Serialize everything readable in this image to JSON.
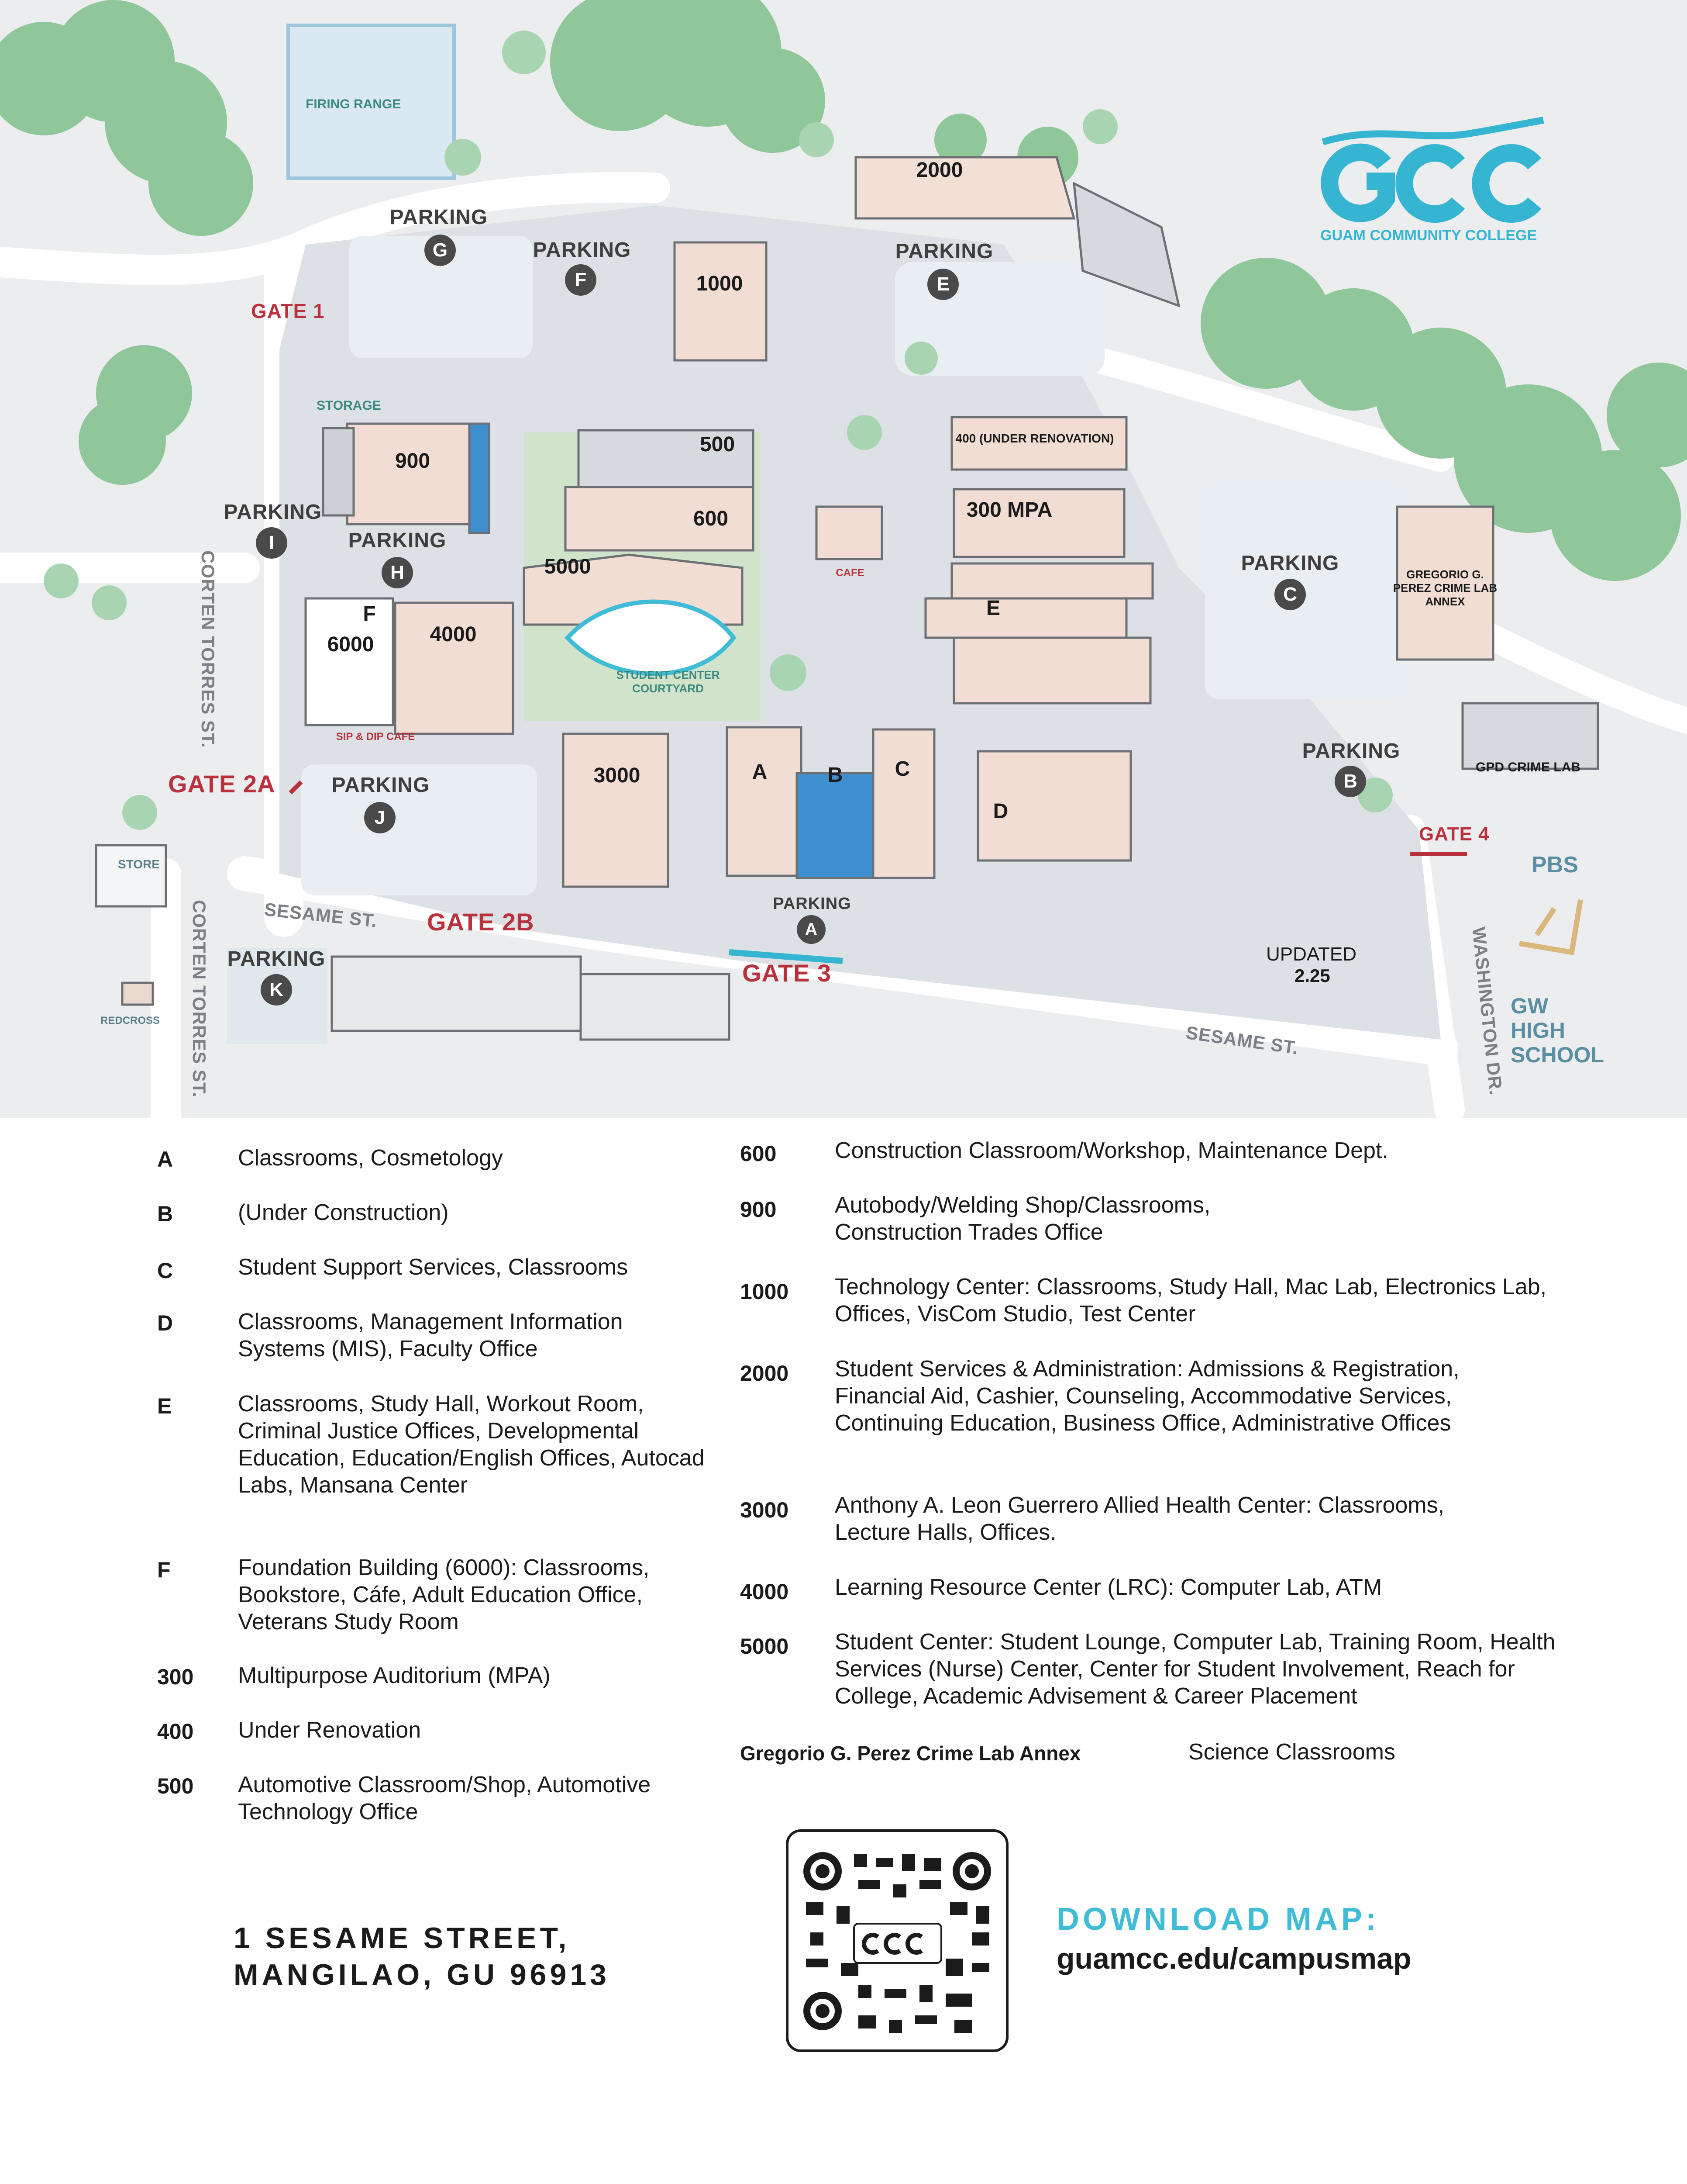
{
  "colors": {
    "accent": "#35b5d1",
    "gate_red": "#b9313d",
    "tree_green": "#8fc79b",
    "road_gray": "#e3e5e8",
    "text_dark": "#1b1b1b"
  },
  "logo": {
    "letters": "GCC",
    "name": "GUAM COMMUNITY COLLEGE"
  },
  "map": {
    "firing_range": "FIRING RANGE",
    "storage": "STORAGE",
    "cafe": "CAFE",
    "sip_dip": "SIP & DIP CAFE",
    "courtyard": "STUDENT CENTER COURTYARD",
    "store": "STORE",
    "redcross": "REDCROSS",
    "crime_lab_annex": "GREGORIO G. PEREZ CRIME LAB ANNEX",
    "gpd_crime_lab": "GPD CRIME LAB",
    "pbs": "PBS",
    "gw_high": "GW HIGH SCHOOL",
    "updated_label": "UPDATED",
    "updated_value": "2.25",
    "parking_word": "PARKING",
    "parking": [
      {
        "letter": "G"
      },
      {
        "letter": "F"
      },
      {
        "letter": "E"
      },
      {
        "letter": "I"
      },
      {
        "letter": "H"
      },
      {
        "letter": "C"
      },
      {
        "letter": "J"
      },
      {
        "letter": "B"
      },
      {
        "letter": "A"
      },
      {
        "letter": "K"
      }
    ],
    "gates": [
      "GATE 1",
      "GATE 2A",
      "GATE 2B",
      "GATE 3",
      "GATE 4"
    ],
    "streets": {
      "corten_upper": "CORTEN TORRES ST.",
      "corten_lower": "CORTEN TORRES ST.",
      "sesame_left": "SESAME ST.",
      "sesame_right": "SESAME ST.",
      "washington": "WASHINGTON DR."
    },
    "buildings": {
      "b2000": "2000",
      "b1000": "1000",
      "b900": "900",
      "b500": "500",
      "b600": "600",
      "b400": "400 (UNDER RENOVATION)",
      "b300": "300 MPA",
      "b5000": "5000",
      "bE": "E",
      "bF": "F",
      "b6000": "6000",
      "b4000": "4000",
      "b3000": "3000",
      "bA": "A",
      "bB": "B",
      "bC": "C",
      "bD": "D"
    }
  },
  "legend_left": [
    {
      "key": "A",
      "desc": "Classrooms, Cosmetology"
    },
    {
      "key": "B",
      "desc": "(Under Construction)"
    },
    {
      "key": "C",
      "desc": "Student Support Services, Classrooms"
    },
    {
      "key": "D",
      "desc": "Classrooms, Management Information Systems (MIS), Faculty Office"
    },
    {
      "key": "E",
      "desc": "Classrooms, Study Hall, Workout Room, Criminal Justice Offices, Developmental Education, Education/English Offices, Autocad Labs, Mansana Center"
    },
    {
      "key": "F",
      "desc": "Foundation Building (6000): Classrooms, Bookstore, Cáfe, Adult Education Office, Veterans Study Room"
    },
    {
      "key": "300",
      "desc": "Multipurpose Auditorium (MPA)"
    },
    {
      "key": "400",
      "desc": "Under Renovation"
    },
    {
      "key": "500",
      "desc": "Automotive Classroom/Shop, Automotive Technology Office"
    }
  ],
  "legend_right": [
    {
      "key": "600",
      "desc": "Construction Classroom/Workshop, Maintenance Dept."
    },
    {
      "key": "900",
      "desc": "Autobody/Welding Shop/Classrooms, Construction Trades Office"
    },
    {
      "key": "1000",
      "desc": "Technology Center: Classrooms, Study Hall, Mac Lab, Electronics Lab, Offices, VisCom Studio, Test Center"
    },
    {
      "key": "2000",
      "desc": "Student Services & Administration: Admissions & Registration, Financial Aid, Cashier, Counseling, Accommodative Services, Continuing Education, Business Office, Administrative Offices"
    },
    {
      "key": "3000",
      "desc": "Anthony A. Leon Guerrero Allied Health Center: Classrooms, Lecture Halls, Offices."
    },
    {
      "key": "4000",
      "desc": "Learning Resource Center (LRC): Computer Lab, ATM"
    },
    {
      "key": "5000",
      "desc": "Student Center: Student Lounge, Computer Lab, Training Room, Health Services (Nurse) Center, Center for Student Involvement, Reach for College, Academic Advisement & Career Placement"
    }
  ],
  "legend_extra": {
    "key": "Gregorio G. Perez  Crime Lab Annex",
    "desc": "Science Classrooms"
  },
  "address": {
    "line1": "1 SESAME STREET,",
    "line2": "MANGILAO, GU 96913"
  },
  "download": {
    "title": "DOWNLOAD MAP:",
    "url": "guamcc.edu/campusmap"
  }
}
